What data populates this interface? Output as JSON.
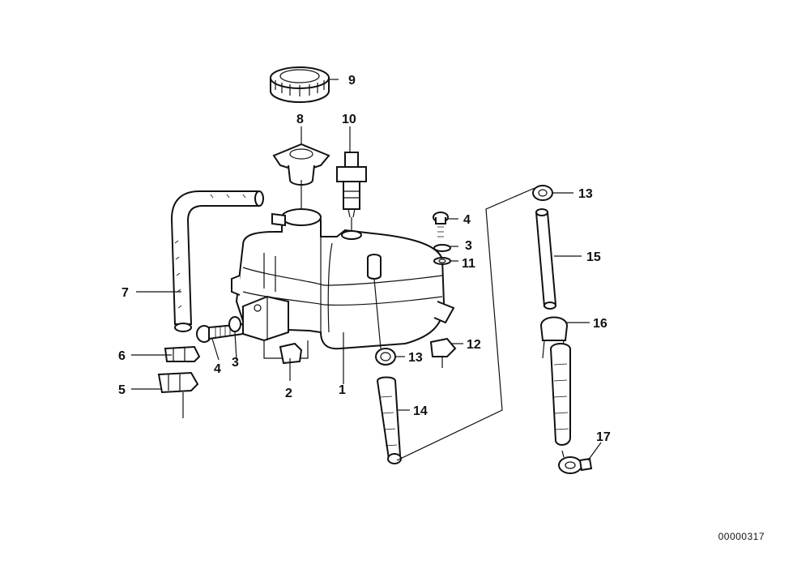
{
  "diagram": {
    "doc_number": "00000317",
    "labels": {
      "p1": "1",
      "p2": "2",
      "p3a": "3",
      "p3b": "3",
      "p4a": "4",
      "p4b": "4",
      "p5": "5",
      "p6": "6",
      "p7": "7",
      "p8": "8",
      "p9": "9",
      "p10": "10",
      "p11": "11",
      "p12": "12",
      "p13a": "13",
      "p13b": "13",
      "p14": "14",
      "p15": "15",
      "p16": "16",
      "p17": "17"
    }
  }
}
